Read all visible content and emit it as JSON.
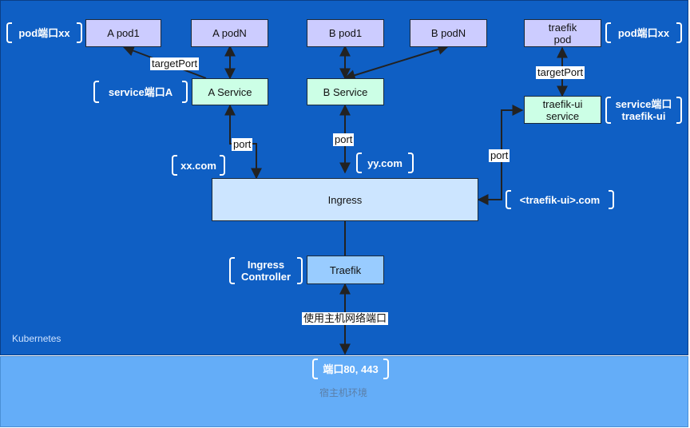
{
  "regions": {
    "kubernetes": "Kubernetes",
    "host": "宿主机环境"
  },
  "nodes": {
    "a_pod1": "A pod1",
    "a_podn": "A podN",
    "b_pod1": "B pod1",
    "b_podn": "B podN",
    "traefik_pod": "traefik\npod",
    "a_service": "A Service",
    "b_service": "B Service",
    "traefik_ui_service": "traefik-ui\nservice",
    "ingress": "Ingress",
    "traefik": "Traefik"
  },
  "notes": {
    "pod_port_left": "pod端口xx",
    "pod_port_right": "pod端口xx",
    "service_port_a": "service端口A",
    "service_port_traefik_ui": "service端口\ntraefik-ui",
    "xx_com": "xx.com",
    "yy_com": "yy.com",
    "traefik_ui_com": "<traefik-ui>.com",
    "ingress_controller": "Ingress\nController",
    "host_ports": "端口80, 443"
  },
  "edge_labels": {
    "target_port_a": "targetPort",
    "target_port_traefik": "targetPort",
    "port_a": "port",
    "port_b": "port",
    "port_traefik_ui": "port",
    "host_network_port": "使用主机网络端口"
  },
  "colors": {
    "kubernetes_bg": "#0f5fc4",
    "host_bg": "#64adf8",
    "pod_fill": "#ccccff",
    "service_fill": "#ccffe6",
    "ingress_fill": "#cce5ff",
    "traefik_fill": "#99ccff",
    "connector": "#222222"
  }
}
